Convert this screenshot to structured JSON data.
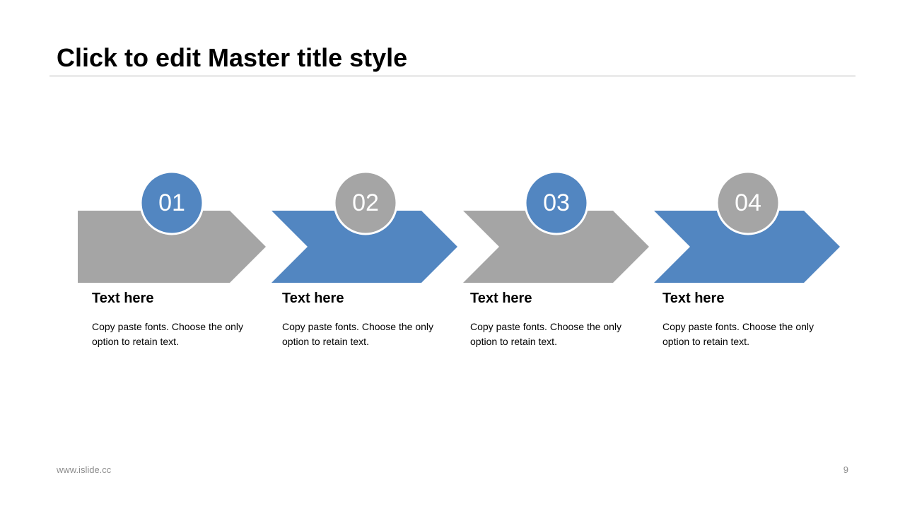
{
  "slide": {
    "title": "Click to edit Master title style"
  },
  "colors": {
    "blue": "#5286c1",
    "gray": "#a5a5a5",
    "circle_border": "#ffffff"
  },
  "steps": [
    {
      "number": "01",
      "heading": "Text here",
      "body": "Copy paste fonts. Choose the only option to retain text.",
      "arrow_color": "gray",
      "circle_color": "blue"
    },
    {
      "number": "02",
      "heading": "Text here",
      "body": "Copy paste fonts. Choose the only option to retain text.",
      "arrow_color": "blue",
      "circle_color": "gray"
    },
    {
      "number": "03",
      "heading": "Text here",
      "body": "Copy paste fonts. Choose the only option to retain text.",
      "arrow_color": "gray",
      "circle_color": "blue"
    },
    {
      "number": "04",
      "heading": "Text here",
      "body": "Copy paste fonts. Choose the only option to retain text.",
      "arrow_color": "blue",
      "circle_color": "gray"
    }
  ],
  "footer": {
    "url": "www.islide.cc",
    "page_number": "9"
  }
}
